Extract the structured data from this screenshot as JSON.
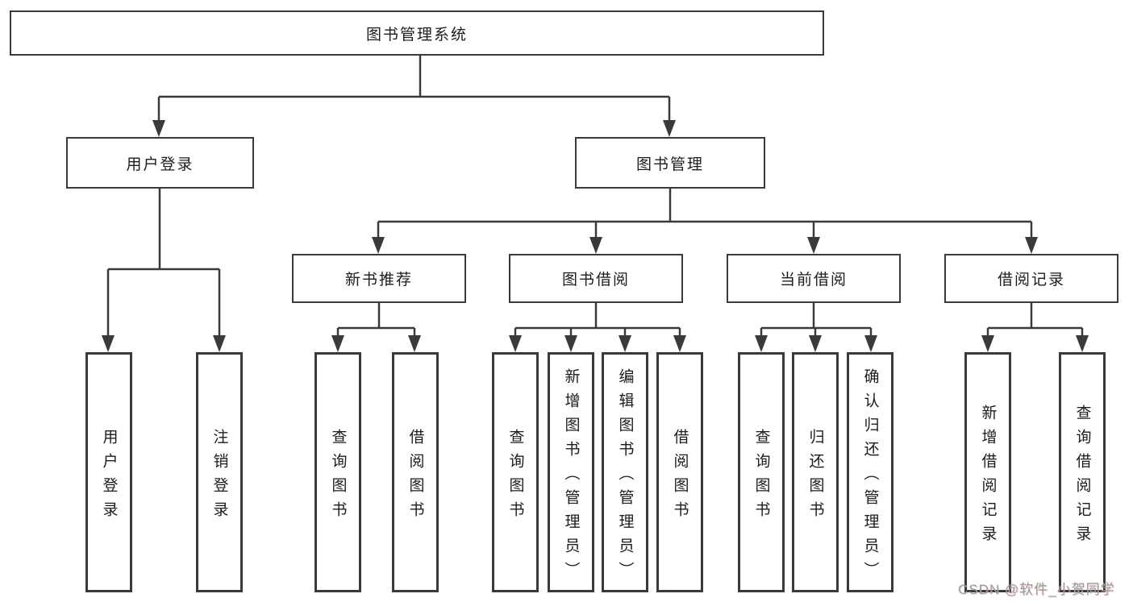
{
  "tree": {
    "root": {
      "label": "图书管理系统"
    },
    "branches": [
      {
        "label": "用户登录",
        "children": [
          {
            "label": "用户登录"
          },
          {
            "label": "注销登录"
          }
        ]
      },
      {
        "label": "图书管理",
        "sections": [
          {
            "label": "新书推荐",
            "children": [
              {
                "label": "查询图书"
              },
              {
                "label": "借阅图书"
              }
            ]
          },
          {
            "label": "图书借阅",
            "children": [
              {
                "label": "查询图书"
              },
              {
                "label": "新增图书（管理员）"
              },
              {
                "label": "编辑图书（管理员）"
              },
              {
                "label": "借阅图书"
              }
            ]
          },
          {
            "label": "当前借阅",
            "children": [
              {
                "label": "查询图书"
              },
              {
                "label": "归还图书"
              },
              {
                "label": "确认归还（管理员）"
              }
            ]
          },
          {
            "label": "借阅记录",
            "children": [
              {
                "label": "新增借阅记录"
              },
              {
                "label": "查询借阅记录"
              }
            ]
          }
        ]
      }
    ]
  },
  "watermark": "CSDN @软件_小贺同学",
  "colors": {
    "line": "#3a3a3a",
    "text": "#1c1c1c",
    "watermark": "#9b9b9b"
  }
}
